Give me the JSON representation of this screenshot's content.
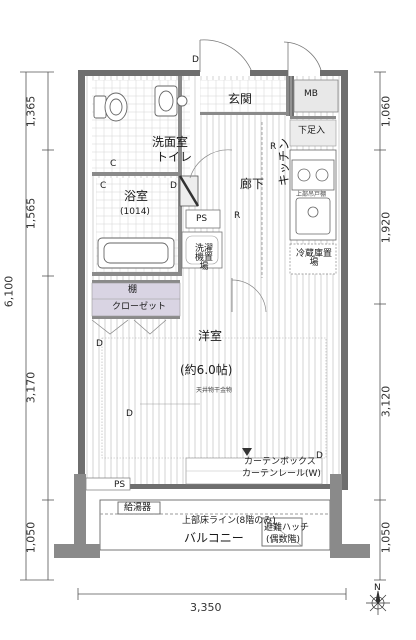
{
  "rooms": {
    "entrance": "玄関",
    "mb": "MB",
    "shoe_box": "下足入",
    "washroom": "洗面室",
    "toilet": "トイレ",
    "bathroom": "浴室",
    "bath_size": "(1014)",
    "hallway": "廊下",
    "kitchen": "キッチン",
    "upper_cabinet": "上部吊戸棚",
    "ps_center": "PS",
    "washer_space": "洗濯機置場",
    "fridge_space": "冷蔵庫置場",
    "shelf": "棚",
    "closet": "クローゼット",
    "western_room": "洋室",
    "western_size": "(約6.0帖)",
    "ceiling_item": "天井物干金物",
    "curtain_box": "カーテンボックス",
    "curtain_rail": "カーテンレール(W)",
    "ps_bottom": "PS",
    "water_supply": "給湯器",
    "upper_floor_line": "上部床ライン(8階のみ)",
    "balcony": "バルコニー",
    "evac_hatch": "避難ハッチ",
    "evac_hatch_note": "(偶数階)"
  },
  "dimensions": {
    "left_top": "1,365",
    "left_mid": "1,565",
    "left_total": "6,100",
    "left_lower": "3,170",
    "left_bottom": "1,050",
    "right_top": "1,060",
    "right_mid": "1,920",
    "right_lower": "3,120",
    "right_bottom": "1,050",
    "width": "3,350"
  },
  "markers": {
    "d_top": "D",
    "c_left": "C",
    "c_bath": "C",
    "d_bath": "D",
    "r_hall": "R",
    "r_kitchen": "R",
    "d_closet": "D",
    "d_room": "D",
    "d_room2": "D",
    "compass_n": "N"
  }
}
